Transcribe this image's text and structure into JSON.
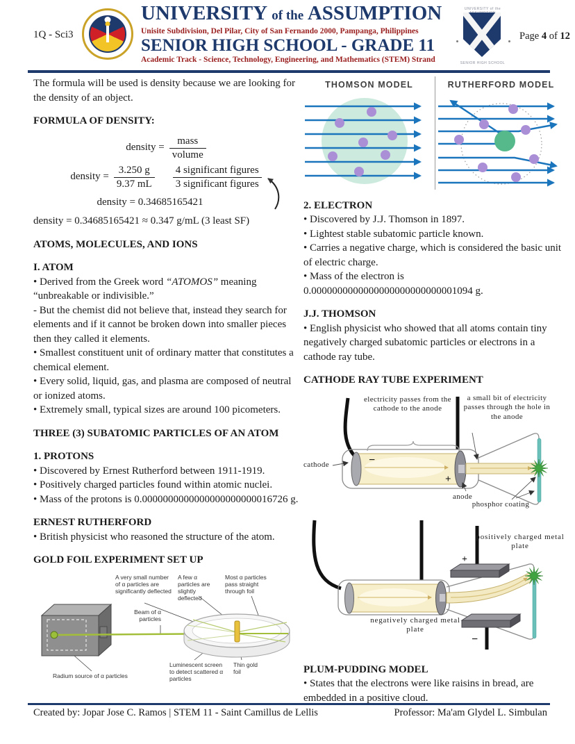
{
  "header": {
    "course_code": "1Q - Sci3",
    "title_a": "UNIVERSITY",
    "title_b": "of the",
    "title_c": "ASSUMPTION",
    "address": "Unisite Subdivision, Del Pilar, City of San Fernando 2000, Pampanga, Philippines",
    "school": "SENIOR HIGH SCHOOL - GRADE 11",
    "track": "Academic Track - Science, Technology, Engineering, and Mathematics (STEM) Strand",
    "crest_top": "UNIVERSITY of the ASSUMPTION",
    "crest_bottom": "SENIOR HIGH SCHOOL",
    "page": {
      "prefix": "Page",
      "num": "4",
      "mid": "of",
      "total": "12"
    }
  },
  "left": {
    "intro": "The formula will be used is density because we are looking for the density of an object.",
    "formula_heading": "FORMULA OF DENSITY:",
    "formula": {
      "lhs1": "density =",
      "num1": "mass",
      "den1": "volume",
      "lhs2": "density =",
      "num2": "3.250 g",
      "den2": "9.37 mL",
      "sf_num": "4 significant figures",
      "sf_den": "3 significant figures",
      "result": "density = 0.34685165421",
      "final": "density = 0.34685165421 ≈ 0.347 g/mL (3 least SF)"
    },
    "section_heading": "ATOMS, MOLECULES, AND IONS",
    "atom": {
      "heading": "I. ATOM",
      "b0_pre": "• Derived from the Greek word ",
      "b0_italic": "“ATOMOS”",
      "b0_post": " meaning “unbreakable or indivisible.”",
      "more_bullets": [
        "- But the chemist did not believe that, instead they search for elements and if it cannot be broken down into smaller pieces then they called it elements.",
        "• Smallest constituent unit of ordinary matter that constitutes a chemical element.",
        "• Every solid, liquid, gas, and plasma are composed of neutral or ionized atoms.",
        "• Extremely small, typical sizes are around 100 picometers."
      ]
    },
    "subatomic_heading": "THREE (3) SUBATOMIC PARTICLES OF AN ATOM",
    "protons": {
      "heading": "1. PROTONS",
      "bullets": [
        "• Discovered by Ernest Rutherford between 1911-1919.",
        "• Positively charged particles found within atomic nuclei.",
        "• Mass of the protons is 0.0000000000000000000000016726 g."
      ]
    },
    "ernest": {
      "heading": "ERNEST RUTHERFORD",
      "bullets": [
        "• British physicist who reasoned the structure of the atom."
      ]
    },
    "goldfoil": {
      "heading": "GOLD FOIL EXPERIMENT SET UP",
      "labels": {
        "deflect_large": "A very small number of α particles are significantly deflected",
        "deflect_few": "A few α particles are slightly deflected",
        "pass_most": "Most α particles pass straight through foil",
        "beam": "Beam of α particles",
        "source": "Radium source of α particles",
        "screen": "Luminescent screen to detect scattered α particles",
        "foil": "Thin gold foil"
      }
    }
  },
  "right": {
    "models": {
      "thomson_title": "THOMSON MODEL",
      "rutherford_title": "RUTHERFORD MODEL"
    },
    "electron": {
      "heading": "2. ELECTRON",
      "bullets": [
        "• Discovered by J.J. Thomson in 1897.",
        "• Lightest stable subatomic particle known.",
        "• Carries a negative charge, which is considered the basic unit of electric charge.",
        "• Mass of the electron is 0.0000000000000000000000000001094 g."
      ]
    },
    "jj": {
      "heading": "J.J. THOMSON",
      "bullets": [
        "• English physicist who showed that all atoms contain tiny negatively charged subatomic particles or electrons in a cathode ray tube."
      ]
    },
    "crt_heading": "CATHODE RAY TUBE EXPERIMENT",
    "crt1": {
      "brace": "electricity passes from the cathode to the anode",
      "hole": "a small bit of electricity passes through the hole in the anode",
      "cathode": "cathode",
      "anode": "anode",
      "phosphor": "phosphor coating",
      "minus": "−",
      "plus": "+"
    },
    "crt2": {
      "pos_plate": "positively charged metal plate",
      "neg_plate": "negatively charged metal plate",
      "plus": "+",
      "minus": "−"
    },
    "plum": {
      "heading": "PLUM-PUDDING MODEL",
      "bullets": [
        "• States that the electrons were like raisins in bread, are embedded in a positive cloud."
      ]
    }
  },
  "footer": {
    "left": "Created by: Jopar Jose C. Ramos | STEM 11 - Saint Camillus de Lellis",
    "right": "Professor: Ma'am Glydel L. Simbulan"
  },
  "colors": {
    "navy": "#1e3a6d",
    "maroon": "#9b2020",
    "arrow_blue": "#1b75bc",
    "mint": "#cdeade",
    "electron_purple": "#ab8fd6",
    "nucleus_green": "#55b98c",
    "beam_green": "#a3bf3a",
    "gold": "#e8c23c",
    "screen_teal": "#6cc0ba",
    "starburst_green": "#3fa33f"
  }
}
